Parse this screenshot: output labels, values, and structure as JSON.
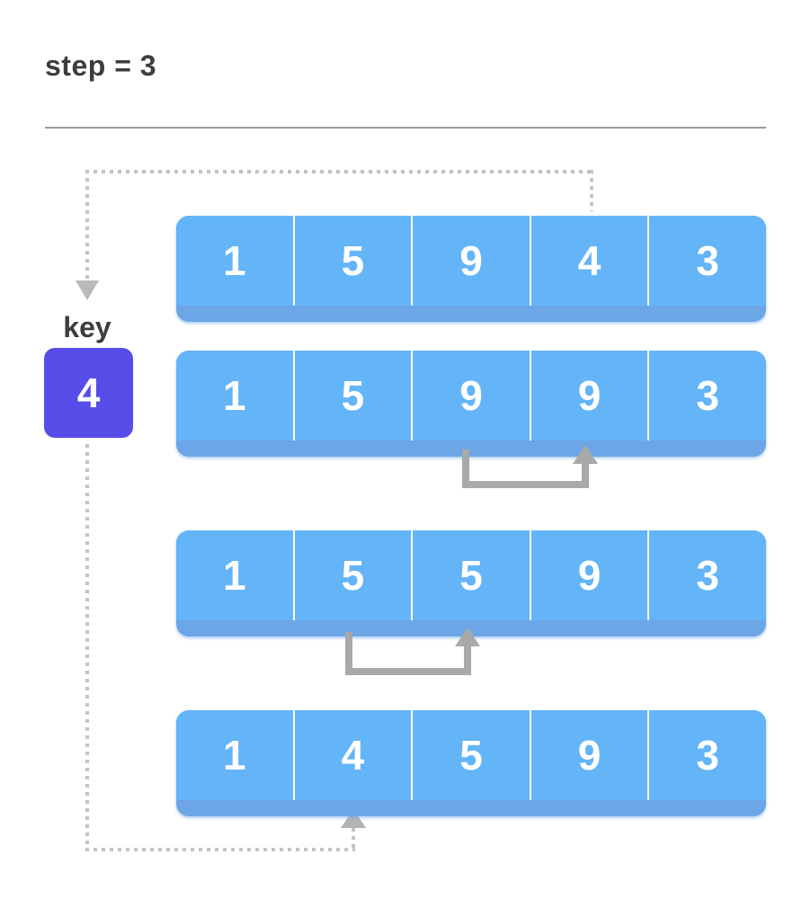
{
  "title": "step = 3",
  "key": {
    "label": "key",
    "value": "4"
  },
  "rows": [
    {
      "values": [
        "1",
        "5",
        "9",
        "4",
        "3"
      ]
    },
    {
      "values": [
        "1",
        "5",
        "9",
        "9",
        "3"
      ]
    },
    {
      "values": [
        "1",
        "5",
        "5",
        "9",
        "3"
      ]
    },
    {
      "values": [
        "1",
        "4",
        "5",
        "9",
        "3"
      ]
    }
  ],
  "colors": {
    "array_fill": "#64b4f8",
    "array_shadow": "#6ca6e6",
    "key_fill": "#564de9",
    "text_dark": "#3d3d3d",
    "solid_arrow_gray": "#a9a9a9",
    "dotted_gray": "#c3c3c3",
    "divider_white": "#ffffff",
    "rule_gray": "#9b9b9b"
  },
  "icons": {
    "key_pick_path": "dotted elbow from array index 3 down to key",
    "key_insert_path": "dotted elbow from key to array index 1 of last row",
    "shift_arrows": "solid gray U-loops showing elements shifting right"
  }
}
